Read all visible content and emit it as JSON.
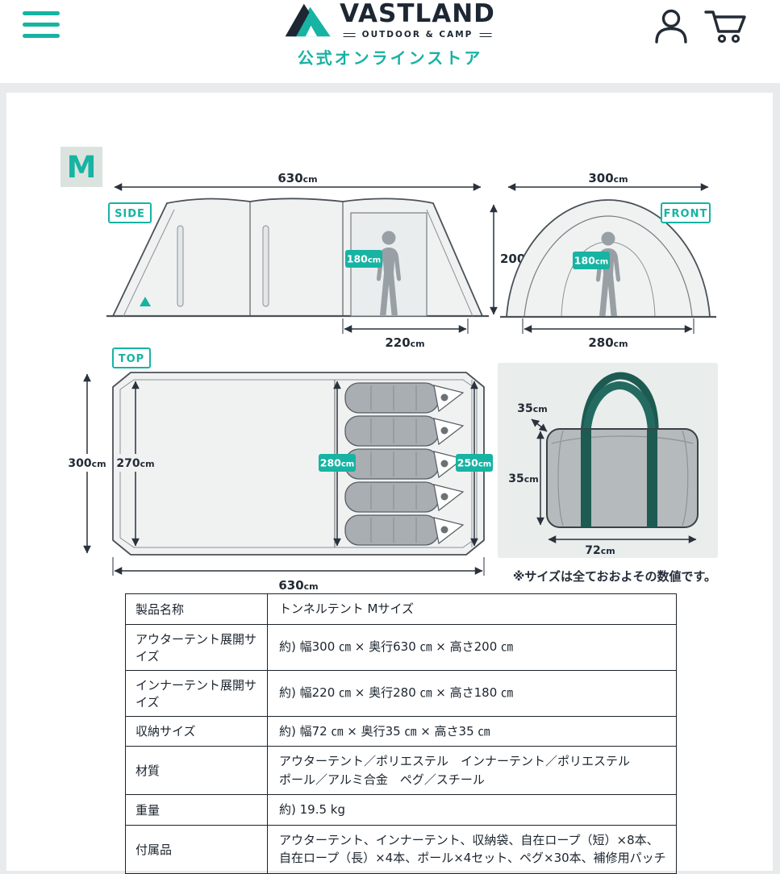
{
  "header": {
    "brand": "VASTLAND",
    "tagline": "OUTDOOR & CAMP",
    "store_label": "公式オンラインストア"
  },
  "units": {
    "cm": "cm"
  },
  "diagram": {
    "size_badge": "M",
    "note": "※サイズは全ておおよその数値です。",
    "side": {
      "label": "SIDE",
      "width": "630",
      "height": "200",
      "person_height": "180",
      "inner_width": "220"
    },
    "front": {
      "label": "FRONT",
      "width": "300",
      "person_height": "180",
      "inner_width": "280"
    },
    "top": {
      "label": "TOP",
      "outer_width": "300",
      "inner_width": "270",
      "inner_depth": "280",
      "inner_right": "250",
      "length": "630"
    },
    "bag": {
      "depth": "35",
      "height": "35",
      "width": "72"
    }
  },
  "spec_table": {
    "rows": [
      {
        "label": "製品名称",
        "value": "トンネルテント Mサイズ"
      },
      {
        "label": "アウターテント展開サイズ",
        "value": "約) 幅300 ㎝ × 奥行630 ㎝ × 高さ200 ㎝"
      },
      {
        "label": "インナーテント展開サイズ",
        "value": "約) 幅220 ㎝ × 奥行280 ㎝ × 高さ180 ㎝"
      },
      {
        "label": "収納サイズ",
        "value": "約) 幅72 ㎝ × 奥行35 ㎝ × 高さ35 ㎝"
      },
      {
        "label": "材質",
        "value": "アウターテント／ポリエステル　インナーテント／ポリエステル\nポール／アルミ合金　ペグ／スチール"
      },
      {
        "label": "重量",
        "value": "約) 19.5 kg"
      },
      {
        "label": "付属品",
        "value": "アウターテント、インナーテント、収納袋、自在ロープ（短）×8本、\n自在ロープ（長）×4本、ポール×4セット、ペグ×30本、補修用パッチ"
      }
    ]
  }
}
